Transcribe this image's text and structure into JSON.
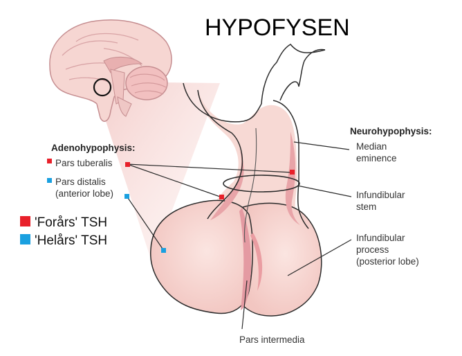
{
  "title": "HYPOFYSEN",
  "adenohypophysis": {
    "heading": "Adenohypophysis:",
    "pars_tuberalis": "Pars tuberalis",
    "pars_distalis_line1": "Pars distalis",
    "pars_distalis_line2": "(anterior lobe)"
  },
  "neurohypophysis": {
    "heading": "Neurohypophysis:",
    "median_eminence_line1": "Median",
    "median_eminence_line2": "eminence",
    "infundibular_stem_line1": "Infundibular",
    "infundibular_stem_line2": "stem",
    "infundibular_process_line1": "Infundibular",
    "infundibular_process_line2": "process",
    "infundibular_process_line3": "(posterior lobe)"
  },
  "pars_intermedia": "Pars intermedia",
  "legend": {
    "red_label": "'Forårs' TSH",
    "blue_label": "'Helårs' TSH"
  },
  "colors": {
    "red_marker": "#e8202a",
    "blue_marker": "#1aa0e0",
    "tissue": "#f7d9d4",
    "tissue_dark": "#e59aa0",
    "outline": "#222222"
  }
}
